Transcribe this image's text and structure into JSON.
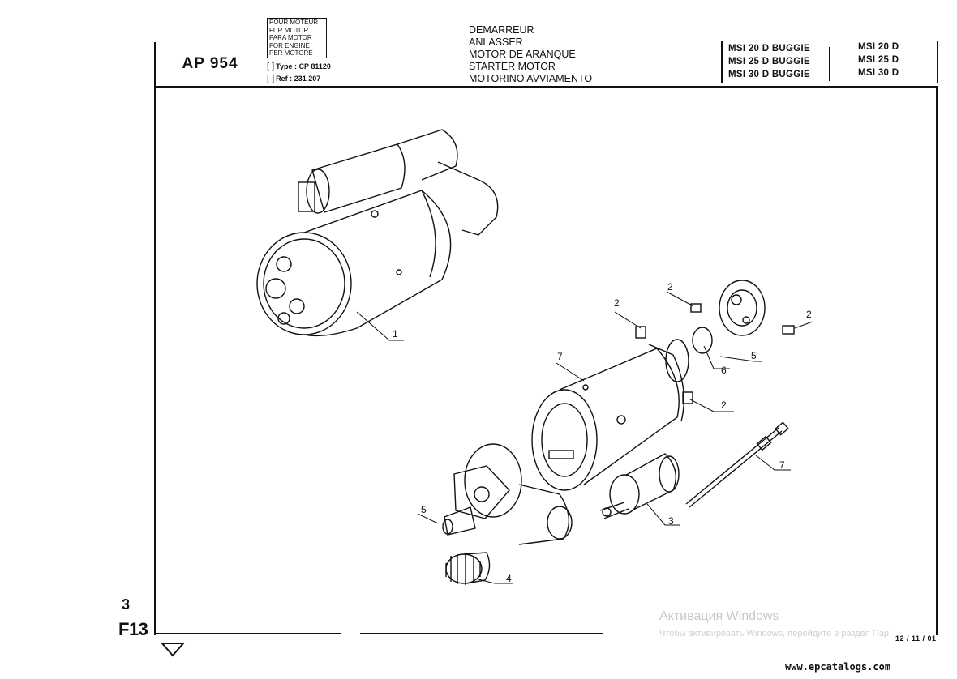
{
  "header": {
    "code": "AP 954",
    "languages": [
      "POUR MOTEUR",
      "FUR MOTOR",
      "PARA MOTOR",
      "FOR ENGINE",
      "PER MOTORE"
    ],
    "type_label": "Type :",
    "type_value": "CP 81120",
    "ref_label": "Ref :",
    "ref_value": "231 207",
    "titles": [
      "DEMARREUR",
      "ANLASSER",
      "MOTOR DE ARANQUE",
      "STARTER MOTOR",
      "MOTORINO AVVIAMENTO"
    ],
    "models_left": [
      "MSI 20 D BUGGIE",
      "MSI 25 D BUGGIE",
      "MSI 30 D BUGGIE"
    ],
    "models_right": [
      "MSI 20 D",
      "MSI 25 D",
      "MSI 30 D"
    ]
  },
  "callouts": [
    "1",
    "2",
    "2",
    "2",
    "2",
    "5",
    "6",
    "7",
    "7",
    "3",
    "5",
    "4"
  ],
  "footer": {
    "page_number": "3",
    "page_code": "F13",
    "watermark_title": "Активация Windows",
    "watermark_sub": "Чтобы активировать Windows, перейдите в раздел Пар",
    "date": "12 / 11 / 01",
    "website": "www.epcatalogs.com"
  }
}
